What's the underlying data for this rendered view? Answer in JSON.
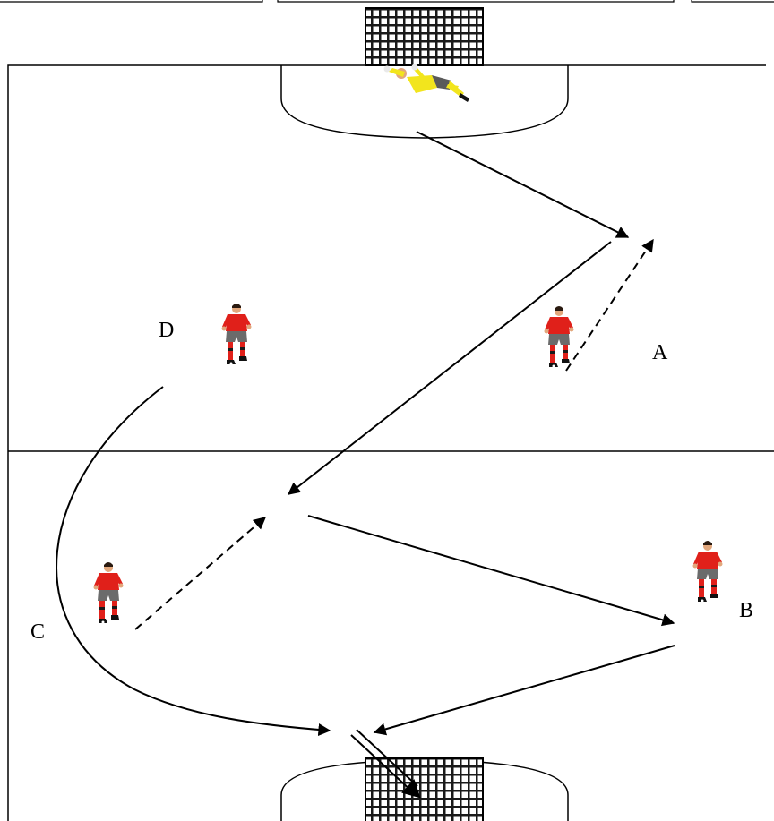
{
  "diagram": {
    "labels": {
      "a": "A",
      "b": "B",
      "c": "C",
      "d": "D"
    },
    "colors": {
      "lines": "#000000",
      "player_shirt": "#e0201a",
      "player_shorts": "#6b6b6b",
      "goalkeeper_kit": "#f2e51d",
      "skin": "#e2a77c",
      "net": "#1a1a1a"
    },
    "icons": [
      "goal-net-icon",
      "goalkeeper-icon",
      "player-icon"
    ]
  }
}
